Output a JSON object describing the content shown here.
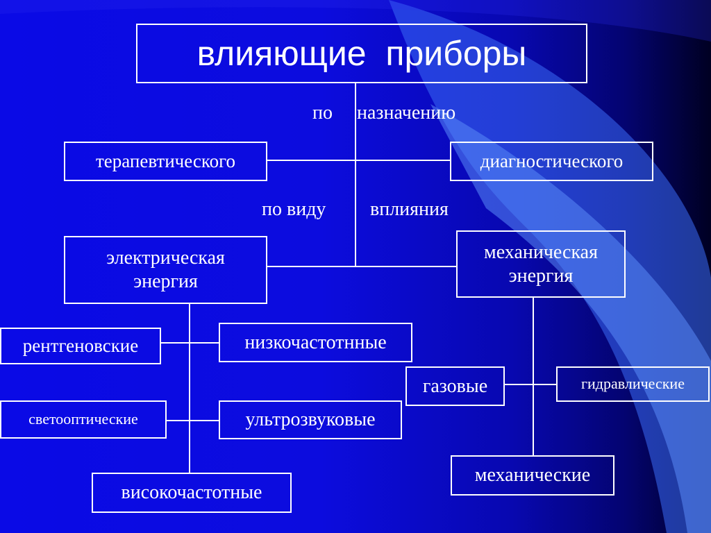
{
  "title": "влияющие  приборы",
  "labels": {
    "by_purpose_1": "по",
    "by_purpose_2": "назначению",
    "by_type_1": "по виду",
    "by_type_2": "вплияния"
  },
  "nodes": {
    "therapeutic": "терапевтического",
    "diagnostic": "диагностического",
    "electric_energy": "электрическая\nэнергия",
    "mechanical_energy": "механическая\nэнергия",
    "x_ray": "рентгеновские",
    "low_frequency": "низкочастотнные",
    "light_optical": "светооптические",
    "ultrasound": "ультрозвуковые",
    "high_frequency": "високочастотные",
    "gas": "газовые",
    "hydraulic": "гидравлические",
    "mechanical": "механические"
  }
}
